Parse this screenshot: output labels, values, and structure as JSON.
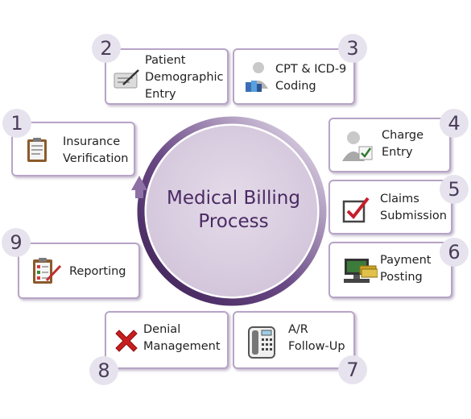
{
  "title": "Medical Billing\nProcess",
  "colors": {
    "card_border": "#b7a4c6",
    "ring_dark": "#4b2a63",
    "ring_light": "#e6dcec",
    "badge_bg": "#e7e3ee",
    "center_fill": "#ddd2e3"
  },
  "steps": [
    {
      "number": "1",
      "label": "Insurance\nVerification",
      "icon": "clipboard-icon"
    },
    {
      "number": "2",
      "label": "Patient\nDemographic\nEntry",
      "icon": "pen-on-form-icon"
    },
    {
      "number": "3",
      "label": "CPT & ICD-9\nCoding",
      "icon": "coder-with-books-icon"
    },
    {
      "number": "4",
      "label": "Charge\nEntry",
      "icon": "person-checkmark-icon"
    },
    {
      "number": "5",
      "label": "Claims\nSubmission",
      "icon": "checked-checkbox-icon"
    },
    {
      "number": "6",
      "label": "Payment\nPosting",
      "icon": "computer-with-money-icon"
    },
    {
      "number": "7",
      "label": "A/R\nFollow-Up",
      "icon": "telephone-icon"
    },
    {
      "number": "8",
      "label": "Denial\nManagement",
      "icon": "red-x-icon"
    },
    {
      "number": "9",
      "label": "Reporting",
      "icon": "report-clipboard-icon"
    }
  ]
}
